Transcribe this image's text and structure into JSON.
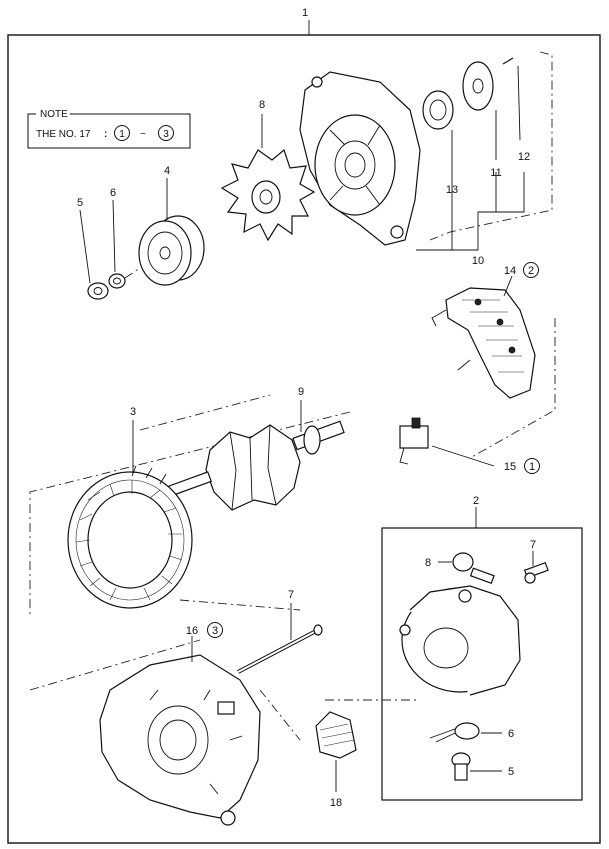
{
  "diagram": {
    "assembly_number": "1",
    "note": {
      "title": "NOTE",
      "text": "THE NO. 17",
      "separator": ":",
      "range_start": "1",
      "range_dash": "~",
      "range_end": "3"
    },
    "callouts": {
      "c2": "2",
      "c3": "3",
      "c4": "4",
      "c5_left": "5",
      "c5_inset": "5",
      "c6_left": "6",
      "c6_inset": "6",
      "c7_bolt": "7",
      "c7_inset": "7",
      "c8_fan": "8",
      "c8_inset": "8",
      "c9": "9",
      "c10": "10",
      "c11": "11",
      "c12": "12",
      "c13": "13",
      "c14": "14",
      "c14_circled": "2",
      "c15": "15",
      "c15_circled": "1",
      "c16": "16",
      "c16_circled": "3",
      "c18": "18"
    }
  }
}
